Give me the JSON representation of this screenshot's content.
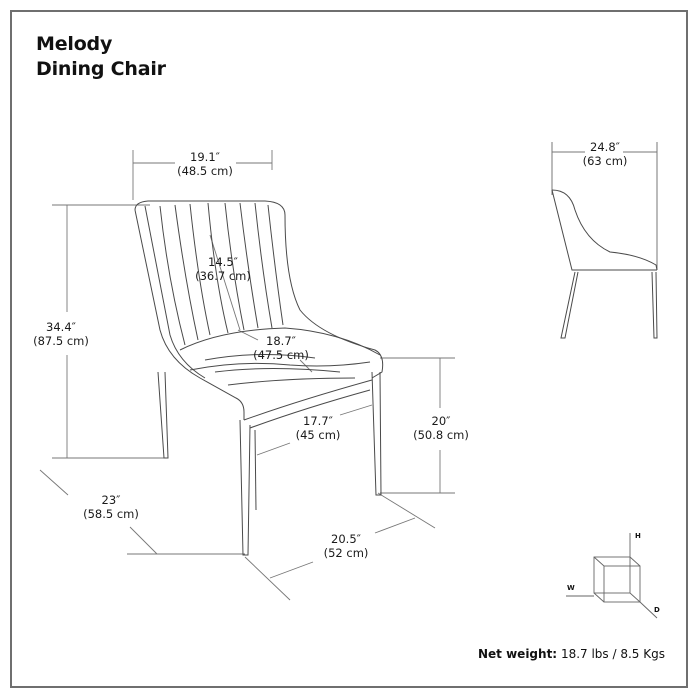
{
  "title": {
    "line1": "Melody",
    "line2": "Dining Chair"
  },
  "front_view": {
    "width": {
      "in": "19.1″",
      "cm": "(48.5 cm)"
    },
    "total_height": {
      "in": "34.4″",
      "cm": "(87.5 cm)"
    },
    "backrest_height": {
      "in": "14.5″",
      "cm": "(36.7 cm)"
    },
    "seat_depth": {
      "in": "18.7″",
      "cm": "(47.5 cm)"
    },
    "seat_width": {
      "in": "17.7″",
      "cm": "(45 cm)"
    },
    "seat_height": {
      "in": "20″",
      "cm": "(50.8 cm)"
    },
    "overall_depth": {
      "in": "23″",
      "cm": "(58.5 cm)"
    },
    "leg_span": {
      "in": "20.5″",
      "cm": "(52 cm)"
    }
  },
  "side_view": {
    "depth": {
      "in": "24.8″",
      "cm": "(63 cm)"
    }
  },
  "axes_legend": {
    "h": "H",
    "w": "W",
    "d": "D"
  },
  "net_weight": {
    "label": "Net weight:",
    "value": "18.7 lbs / 8.5 Kgs"
  }
}
